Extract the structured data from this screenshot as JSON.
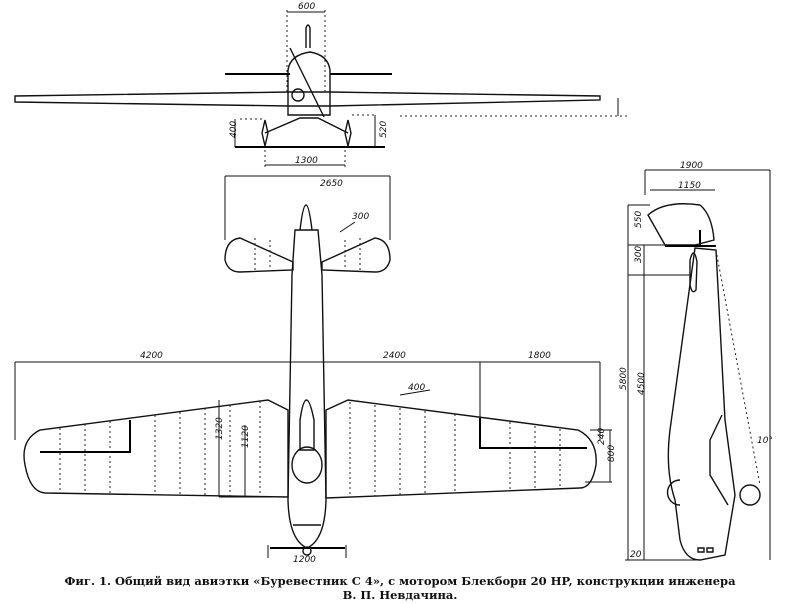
{
  "dimensions": {
    "front_view": {
      "propeller_width": "600",
      "gear_height_left": "400",
      "gear_height_right": "520",
      "track": "1300"
    },
    "top_view": {
      "tail_span": "2650",
      "tail_chord": "300",
      "half_span_left": "4200",
      "span_mid": "2400",
      "span_tip": "1800",
      "aileron_chord": "400",
      "root_chord": "1320",
      "inner_chord": "1120",
      "tip_offset": "240",
      "tip_chord": "800",
      "nose_width": "1200"
    },
    "side_view": {
      "fin_length": "1900",
      "rudder": "1150",
      "fin_height": "550",
      "stab_offset": "300",
      "overall_length": "5800",
      "fuselage_length": "4500",
      "ground_angle": "10°",
      "nose_offset": "20"
    }
  },
  "caption": {
    "line1": "Фиг. 1. Общий вид авиэтки «Буревестник С 4», с мотором Блекборн 20 HP, конструкции инженера",
    "line2": "В. П. Невдачина."
  }
}
